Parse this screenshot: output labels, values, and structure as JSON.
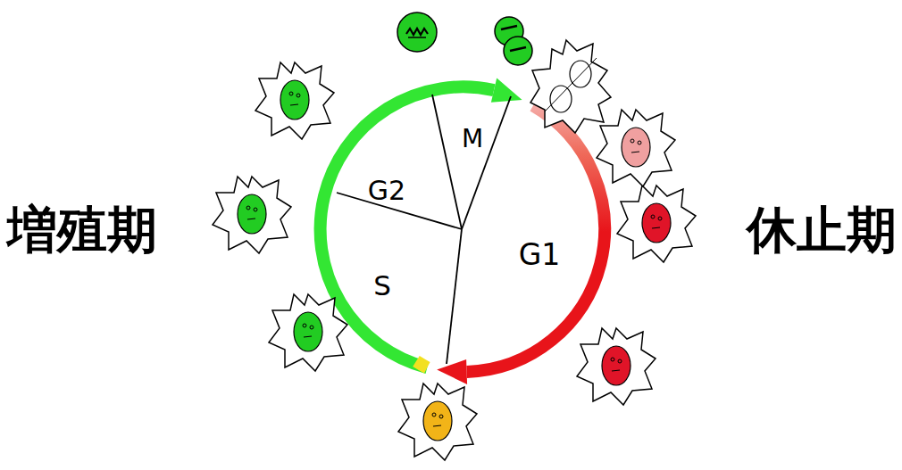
{
  "diagram": {
    "labels": [
      "増殖期",
      "M",
      "G2",
      "G1",
      "S",
      "休止期"
    ]
  }
}
